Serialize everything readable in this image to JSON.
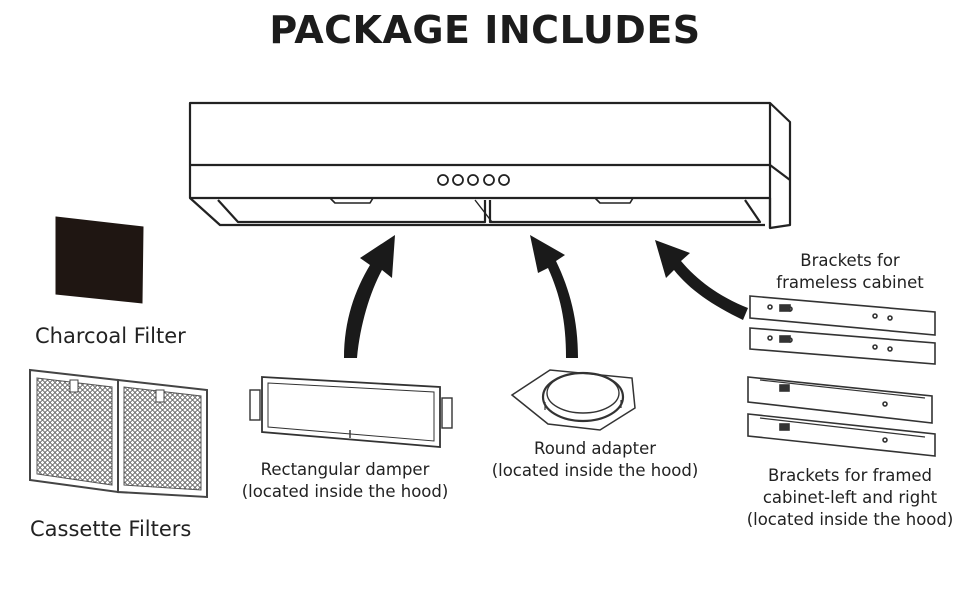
{
  "title": "PACKAGE INCLUDES",
  "items": {
    "charcoal_filter": "Charcoal Filter",
    "cassette_filters": "Cassette Filters",
    "rect_damper": [
      "Rectangular damper",
      "(located inside the hood)"
    ],
    "round_adapter": [
      "Round adapter",
      "(located inside the hood)"
    ],
    "brackets_frameless": [
      "Brackets for",
      "frameless cabinet"
    ],
    "brackets_framed": [
      "Brackets for framed",
      "cabinet-left and right",
      "(located inside the hood)"
    ]
  }
}
